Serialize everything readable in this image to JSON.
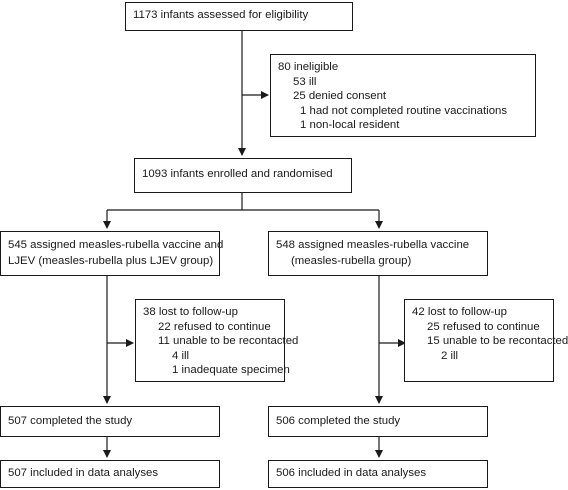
{
  "flowchart": {
    "assessed": "1173 infants assessed for eligibility",
    "ineligible": {
      "title": "80 ineligible",
      "ill": "53 ill",
      "denied": "25 denied consent",
      "vacc": "1 had not completed routine vaccinations",
      "nonlocal": "1 non-local resident"
    },
    "enrolled": "1093 infants enrolled and randomised",
    "left": {
      "assigned_line1": "545 assigned measles-rubella vaccine and",
      "assigned_line2": "LJEV (measles-rubella plus LJEV group)",
      "lost": {
        "title": "38 lost to follow-up",
        "refused": "22 refused to continue",
        "unable": "11 unable to be recontacted",
        "ill": "4 ill",
        "specimen": "1 inadequate specimen"
      },
      "completed": "507 completed the study",
      "analysed": "507 included in data analyses"
    },
    "right": {
      "assigned_line1": "548 assigned measles-rubella vaccine",
      "assigned_line2": "(measles-rubella group)",
      "lost": {
        "title": "42 lost to follow-up",
        "refused": "25 refused to continue",
        "unable": "15 unable to be recontacted",
        "ill": "2 ill"
      },
      "completed": "506 completed the study",
      "analysed": "506 included in data analyses"
    }
  },
  "colors": {
    "line": "#1a1a1a",
    "box_bg": "#ffffff",
    "text": "#1a1a1a"
  }
}
